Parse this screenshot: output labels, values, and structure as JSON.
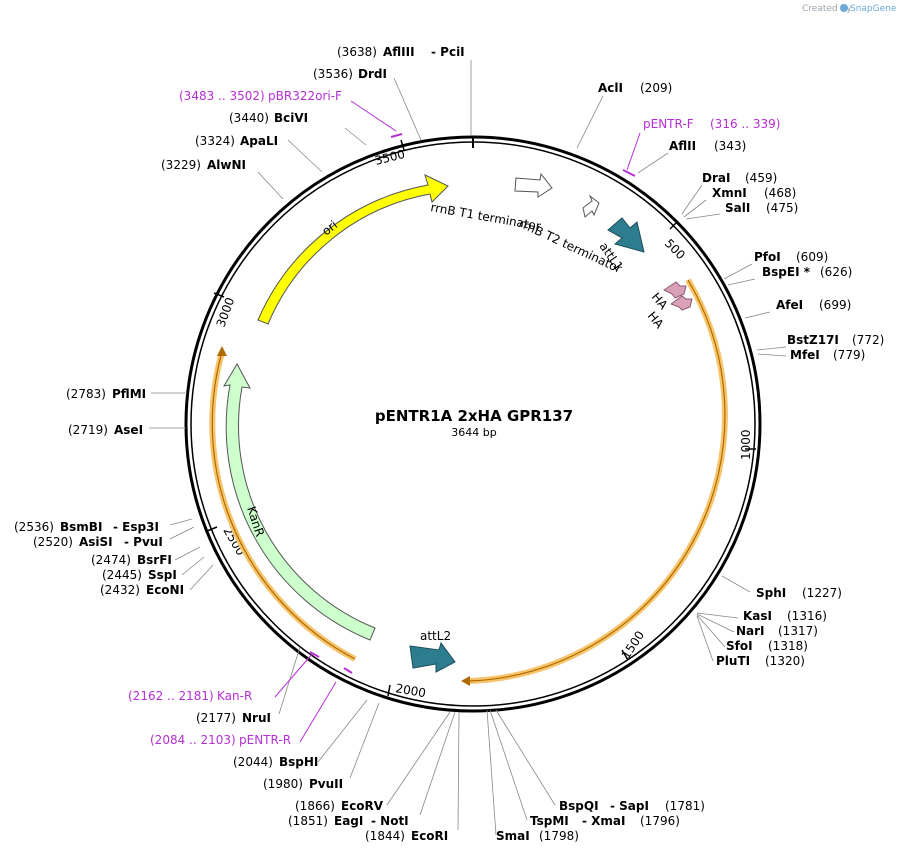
{
  "credit": {
    "prefix": "Created by",
    "brand": "SnapGene"
  },
  "plasmid": {
    "name": "pENTR1A 2xHA  GPR137",
    "length_label": "3644 bp",
    "length": 3644
  },
  "ticks": [
    {
      "label": "500",
      "pos": 500
    },
    {
      "label": "1000",
      "pos": 1000
    },
    {
      "label": "1500",
      "pos": 1500
    },
    {
      "label": "2000",
      "pos": 2000
    },
    {
      "label": "2500",
      "pos": 2500
    },
    {
      "label": "3000",
      "pos": 3000
    },
    {
      "label": "3500",
      "pos": 3500
    }
  ],
  "enzymes_right": [
    {
      "name": "AclI",
      "pos": "(209)",
      "site": 209
    },
    {
      "name": "AflII",
      "pos": "(343)",
      "site": 343
    },
    {
      "name": "DraI",
      "pos": "(459)",
      "site": 459
    },
    {
      "name": "XmnI",
      "pos": "(468)",
      "site": 468
    },
    {
      "name": "SalI",
      "pos": "(475)",
      "site": 475
    },
    {
      "name": "PfoI",
      "pos": "(609)",
      "site": 609
    },
    {
      "name": "BspEI *",
      "pos": "(626)",
      "site": 626
    },
    {
      "name": "AfeI",
      "pos": "(699)",
      "site": 699
    },
    {
      "name": "BstZ17I",
      "pos": "(772)",
      "site": 772
    },
    {
      "name": "MfeI",
      "pos": "(779)",
      "site": 779
    },
    {
      "name": "SphI",
      "pos": "(1227)",
      "site": 1227
    },
    {
      "name": "KasI",
      "pos": "(1316)",
      "site": 1316
    },
    {
      "name": "NarI",
      "pos": "(1317)",
      "site": 1317
    },
    {
      "name": "SfoI",
      "pos": "(1318)",
      "site": 1318
    },
    {
      "name": "PluTI",
      "pos": "(1320)",
      "site": 1320
    },
    {
      "name": "BspQI",
      "sep": "- SapI",
      "pos": "(1781)",
      "site": 1781
    },
    {
      "name": "TspMI",
      "sep": "- XmaI",
      "pos": "(1796)",
      "site": 1796
    },
    {
      "name": "SmaI",
      "pos": "(1798)",
      "site": 1798
    }
  ],
  "enzymes_left": [
    {
      "name": "AflIII",
      "sep": "- PciI",
      "pos": "(3638)",
      "site": 3638
    },
    {
      "name": "DrdI",
      "pos": "(3536)",
      "site": 3536
    },
    {
      "name": "BciVI",
      "pos": "(3440)",
      "site": 3440
    },
    {
      "name": "ApaLI",
      "pos": "(3324)",
      "site": 3324
    },
    {
      "name": "AlwNI",
      "pos": "(3229)",
      "site": 3229
    },
    {
      "name": "PflMI",
      "pos": "(2783)",
      "site": 2783
    },
    {
      "name": "AseI",
      "pos": "(2719)",
      "site": 2719
    },
    {
      "name": "BsmBI",
      "sep": "- Esp3I",
      "pos": "(2536)",
      "site": 2536
    },
    {
      "name": "AsiSI",
      "sep": "- PvuI",
      "pos": "(2520)",
      "site": 2520
    },
    {
      "name": "BsrFI",
      "pos": "(2474)",
      "site": 2474
    },
    {
      "name": "SspI",
      "pos": "(2445)",
      "site": 2445
    },
    {
      "name": "EcoNI",
      "pos": "(2432)",
      "site": 2432
    },
    {
      "name": "NruI",
      "pos": "(2177)",
      "site": 2177
    },
    {
      "name": "BspHI",
      "pos": "(2044)",
      "site": 2044
    },
    {
      "name": "PvuII",
      "pos": "(1980)",
      "site": 1980
    },
    {
      "name": "EcoRV",
      "pos": "(1866)",
      "site": 1866
    },
    {
      "name": "EagI",
      "sep": "- NotI",
      "pos": "(1851)",
      "site": 1851
    },
    {
      "name": "EcoRI",
      "pos": "(1844)",
      "site": 1844
    }
  ],
  "primers": [
    {
      "name": "pBR322ori-F",
      "range": "(3483 .. 3502)"
    },
    {
      "name": "pENTR-F",
      "range": "(316 .. 339)"
    },
    {
      "name": "Kan-R",
      "range": "(2162 .. 2181)"
    },
    {
      "name": "pENTR-R",
      "range": "(2084 .. 2103)"
    }
  ],
  "features": [
    {
      "name": "rrnB T1 terminator",
      "color": "#ffffff"
    },
    {
      "name": "rrnB T2 terminator",
      "color": "#ffffff"
    },
    {
      "name": "attL1",
      "color": "#2e7d8f"
    },
    {
      "name": "HA",
      "color": "#d9a0b8"
    },
    {
      "name": "HA",
      "color": "#d9a0b8"
    },
    {
      "name": "ori",
      "color": "#ffff00"
    },
    {
      "name": "KanR",
      "color": "#ccffcc"
    },
    {
      "name": "attL2",
      "color": "#2e7d8f"
    }
  ],
  "colors": {
    "primer": "#b62fd6",
    "insert_highlight": "#f6c46a",
    "backbone": "#000000"
  }
}
